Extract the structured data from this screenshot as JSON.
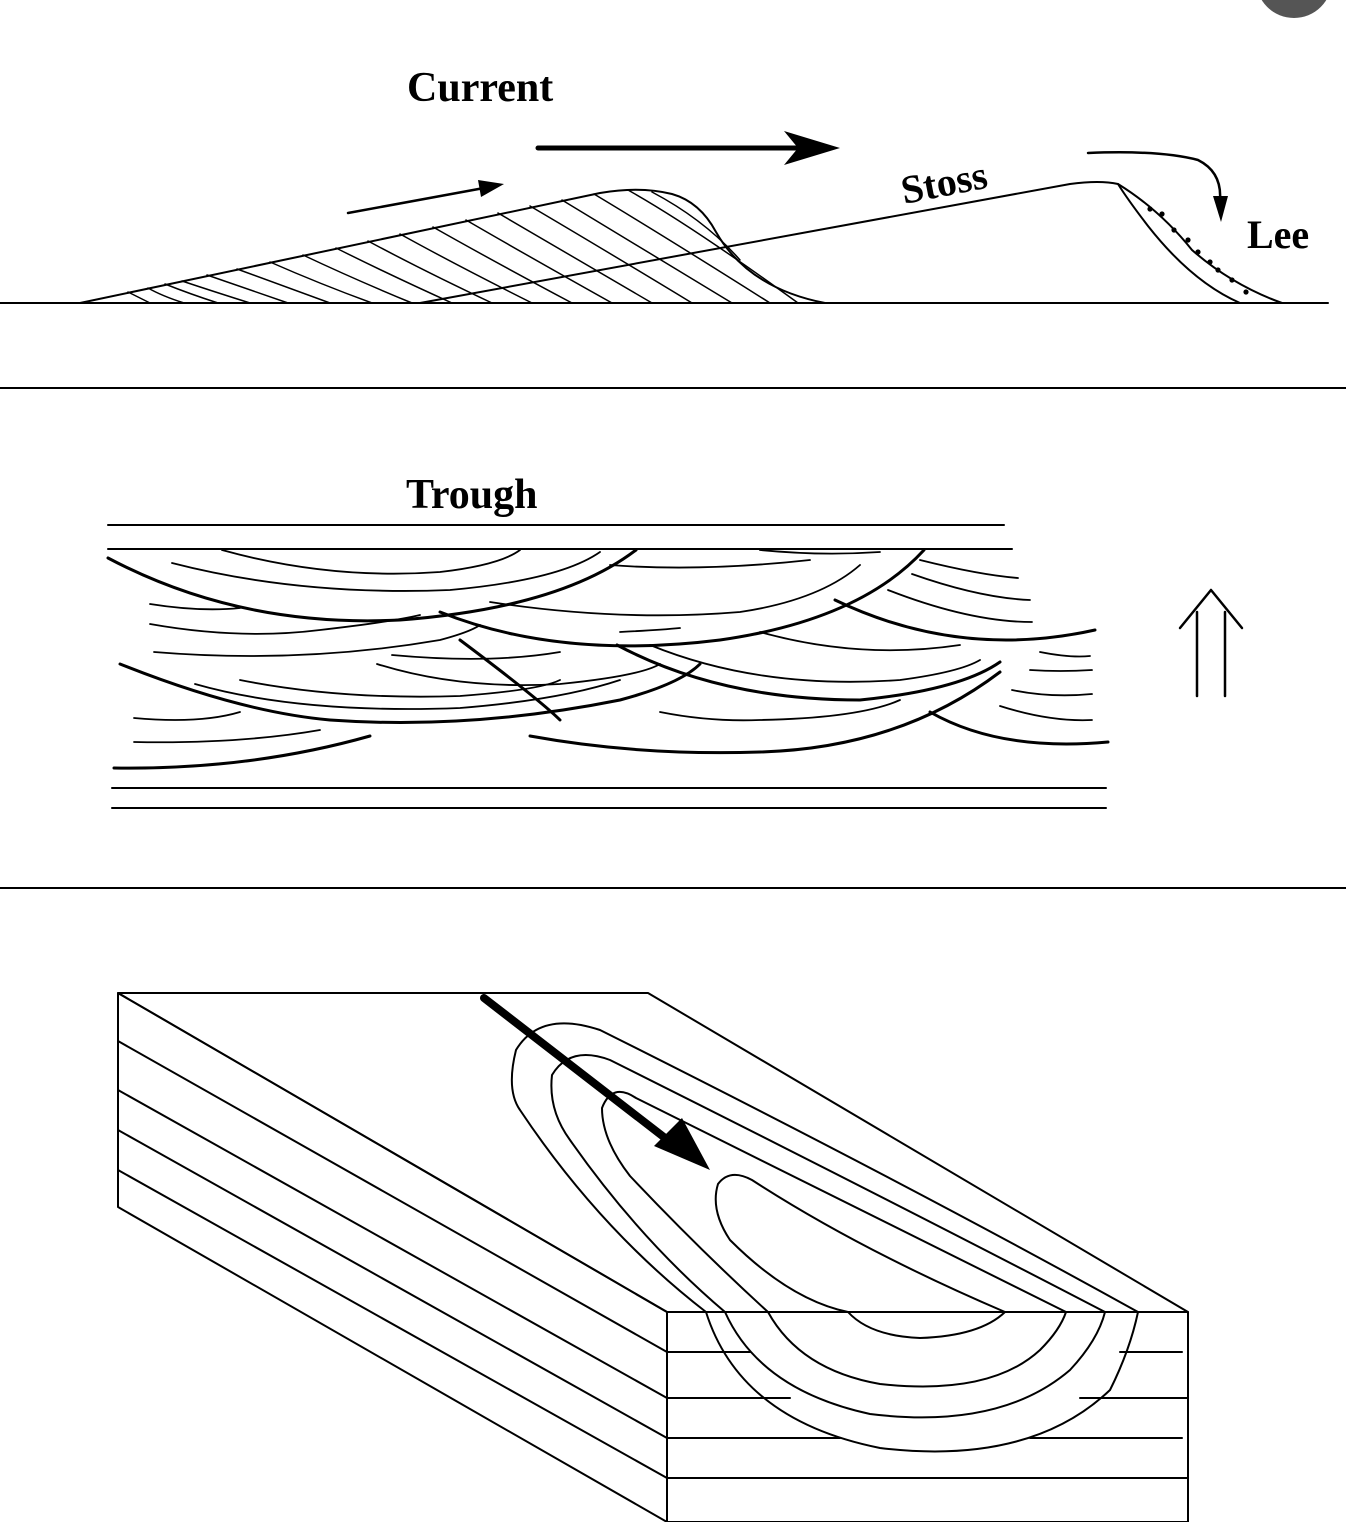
{
  "labels": {
    "current": "Current",
    "stoss": "Stoss",
    "lee": "Lee",
    "trough": "Trough"
  },
  "colors": {
    "ink": "#000000",
    "paper": "#ffffff",
    "corner_button": "#555555"
  },
  "icons": {
    "current_arrow": "right-arrow-icon",
    "flow_arrow": "curved-arrow-icon",
    "way_up": "double-up-arrow-icon",
    "block_current": "diagonal-arrow-icon"
  }
}
